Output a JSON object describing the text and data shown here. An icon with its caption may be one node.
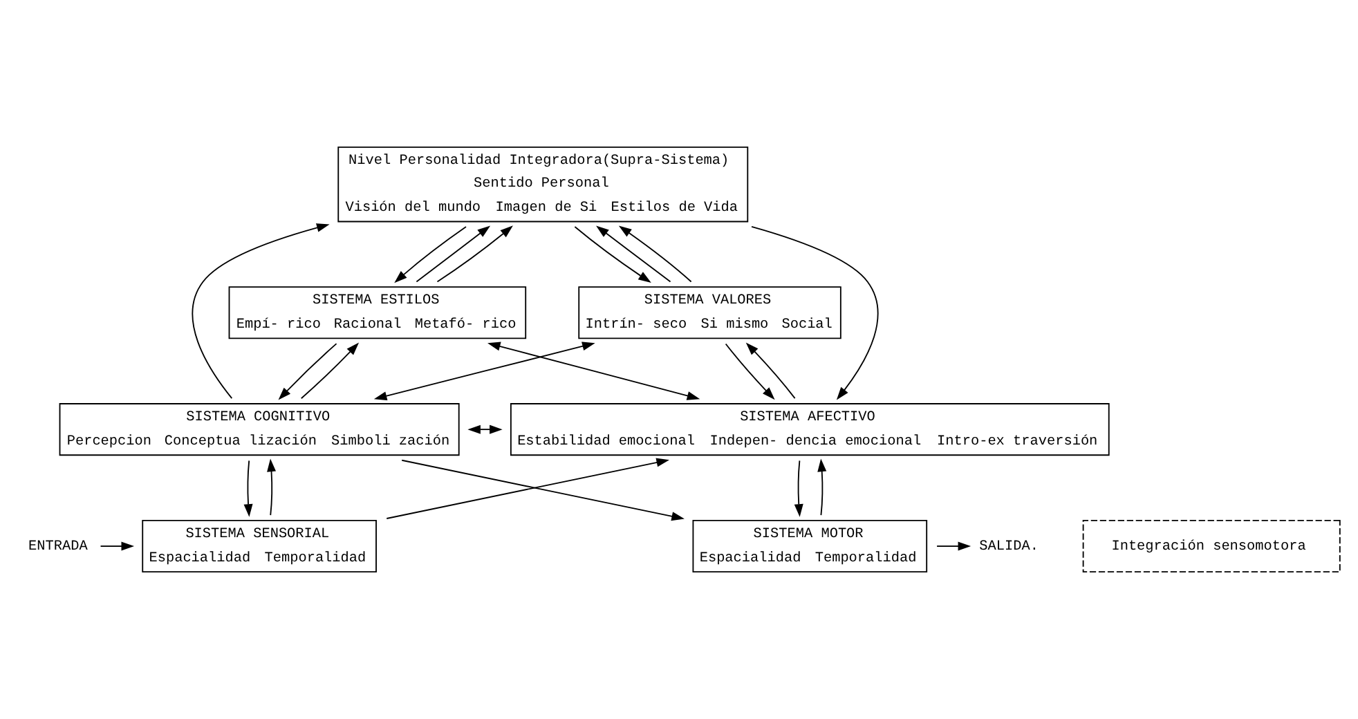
{
  "diagram": {
    "nodes": [
      {
        "text": [
          "Nivel Personalidad Integradora(Supra-Sistema)",
          "Sentido Personal",
          "Visión del mundo",
          "Imagen de Si",
          "Estilos de Vida"
        ]
      },
      {
        "text": [
          "SISTEMA ESTILOS",
          "Empí- rico",
          "Racional",
          "Metafó- rico"
        ]
      },
      {
        "text": [
          "SISTEMA VALORES",
          "Intrín- seco",
          "Si mismo",
          "Social"
        ]
      },
      {
        "text": [
          "SISTEMA COGNITIVO",
          "Percepcion",
          "Conceptua lización",
          "Simboli zación"
        ]
      },
      {
        "text": [
          "SISTEMA AFECTIVO",
          "Estabilidad emocional",
          "Indepen- dencia emocional",
          "Intro-ex traversión"
        ]
      },
      {
        "text": [
          "ENTRADA"
        ]
      },
      {
        "text": [
          "SISTEMA SENSORIAL",
          "Espacialidad",
          "Temporalidad"
        ]
      },
      {
        "text": [
          "Integración sensomotora"
        ]
      },
      {
        "text": [
          "SISTEMA MOTOR",
          "Espacialidad",
          "Temporalidad"
        ]
      },
      {
        "text": [
          "SALIDA."
        ]
      }
    ],
    "edges": [
      {
        "from": 3,
        "to": 0,
        "arrow": "to"
      },
      {
        "from": 1,
        "to": 0,
        "arrow": "to"
      },
      {
        "from": 0,
        "to": 1,
        "arrow": "to"
      },
      {
        "from": 1,
        "to": 0,
        "arrow": "to"
      },
      {
        "from": 2,
        "to": 0,
        "arrow": "to"
      },
      {
        "from": 0,
        "to": 2,
        "arrow": "to"
      },
      {
        "from": 2,
        "to": 0,
        "arrow": "to"
      },
      {
        "from": 0,
        "to": 4,
        "arrow": "to"
      },
      {
        "from": 3,
        "to": 1,
        "arrow": "to"
      },
      {
        "from": 1,
        "to": 3,
        "arrow": "to"
      },
      {
        "from": 1,
        "to": 4,
        "arrow": "both"
      },
      {
        "from": 2,
        "to": 3,
        "arrow": "both"
      },
      {
        "from": 2,
        "to": 4,
        "arrow": "to"
      },
      {
        "from": 4,
        "to": 2,
        "arrow": "to"
      },
      {
        "from": 3,
        "to": 4,
        "arrow": "both"
      },
      {
        "from": 3,
        "to": 6,
        "arrow": "to"
      },
      {
        "from": 6,
        "to": 3,
        "arrow": "to"
      },
      {
        "from": 6,
        "to": 4,
        "arrow": "to"
      },
      {
        "from": 3,
        "to": 8,
        "arrow": "to"
      },
      {
        "from": 8,
        "to": 4,
        "arrow": "to"
      },
      {
        "from": 4,
        "to": 8,
        "arrow": "to"
      },
      {
        "from": 5,
        "to": 6,
        "arrow": "to"
      },
      {
        "from": 8,
        "to": 9,
        "arrow": "to"
      }
    ]
  }
}
